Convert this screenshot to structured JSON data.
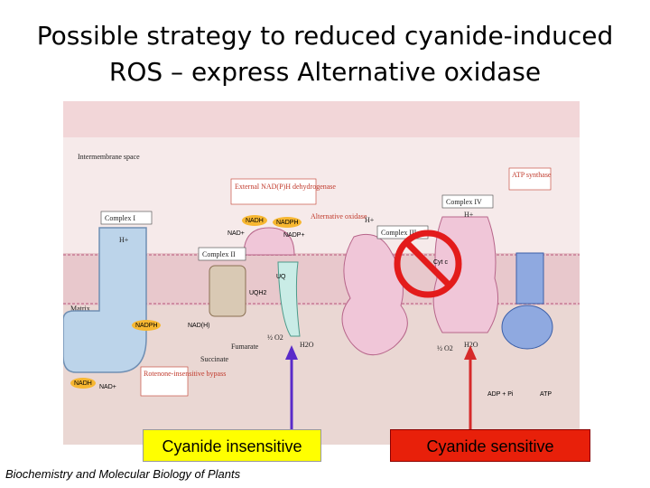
{
  "title": {
    "line1": "Possible strategy to reduced cyanide-induced",
    "line2": "ROS – express Alternative oxidase"
  },
  "diagram": {
    "intermembrane_space": "Intermembrane space",
    "matrix": "Matrix",
    "external_dh": "External NAD(P)H dehydrogenase",
    "alternative_oxidase": "Alternative oxidase",
    "atp_synthase": "ATP synthase",
    "complex1": "Complex I",
    "complex2": "Complex II",
    "complex3": "Complex III",
    "complex4": "Complex IV",
    "rotenone": "Rotenone-insensitive bypass",
    "fumarate": "Fumarate",
    "succinate": "Succinate",
    "cyt_c": "Cyt c",
    "uq": "UQ",
    "uqh2": "UQH2",
    "nadh": "NADH",
    "nad_plus": "NAD+",
    "nadph": "NADPH",
    "nadp_plus": "NADP+",
    "nad_h": "NAD(H)",
    "h_plus": "H+",
    "half_o2": "½ O2",
    "h2o": "H2O",
    "adp_pi": "ADP + Pi",
    "atp": "ATP",
    "colors": {
      "membrane": "#e8c8cc",
      "lower_band": "#ead7d3",
      "protein_blue": "#bcd4ea",
      "protein_pink": "#f0c6d8",
      "no_sign": "#e31b1b",
      "arrow_left": "#5a2bc9",
      "arrow_right": "#d62a2a"
    }
  },
  "captions": {
    "insensitive": "Cyanide insensitive",
    "sensitive": "Cyanide sensitive"
  },
  "credit": "Biochemistry and Molecular Biology of Plants"
}
